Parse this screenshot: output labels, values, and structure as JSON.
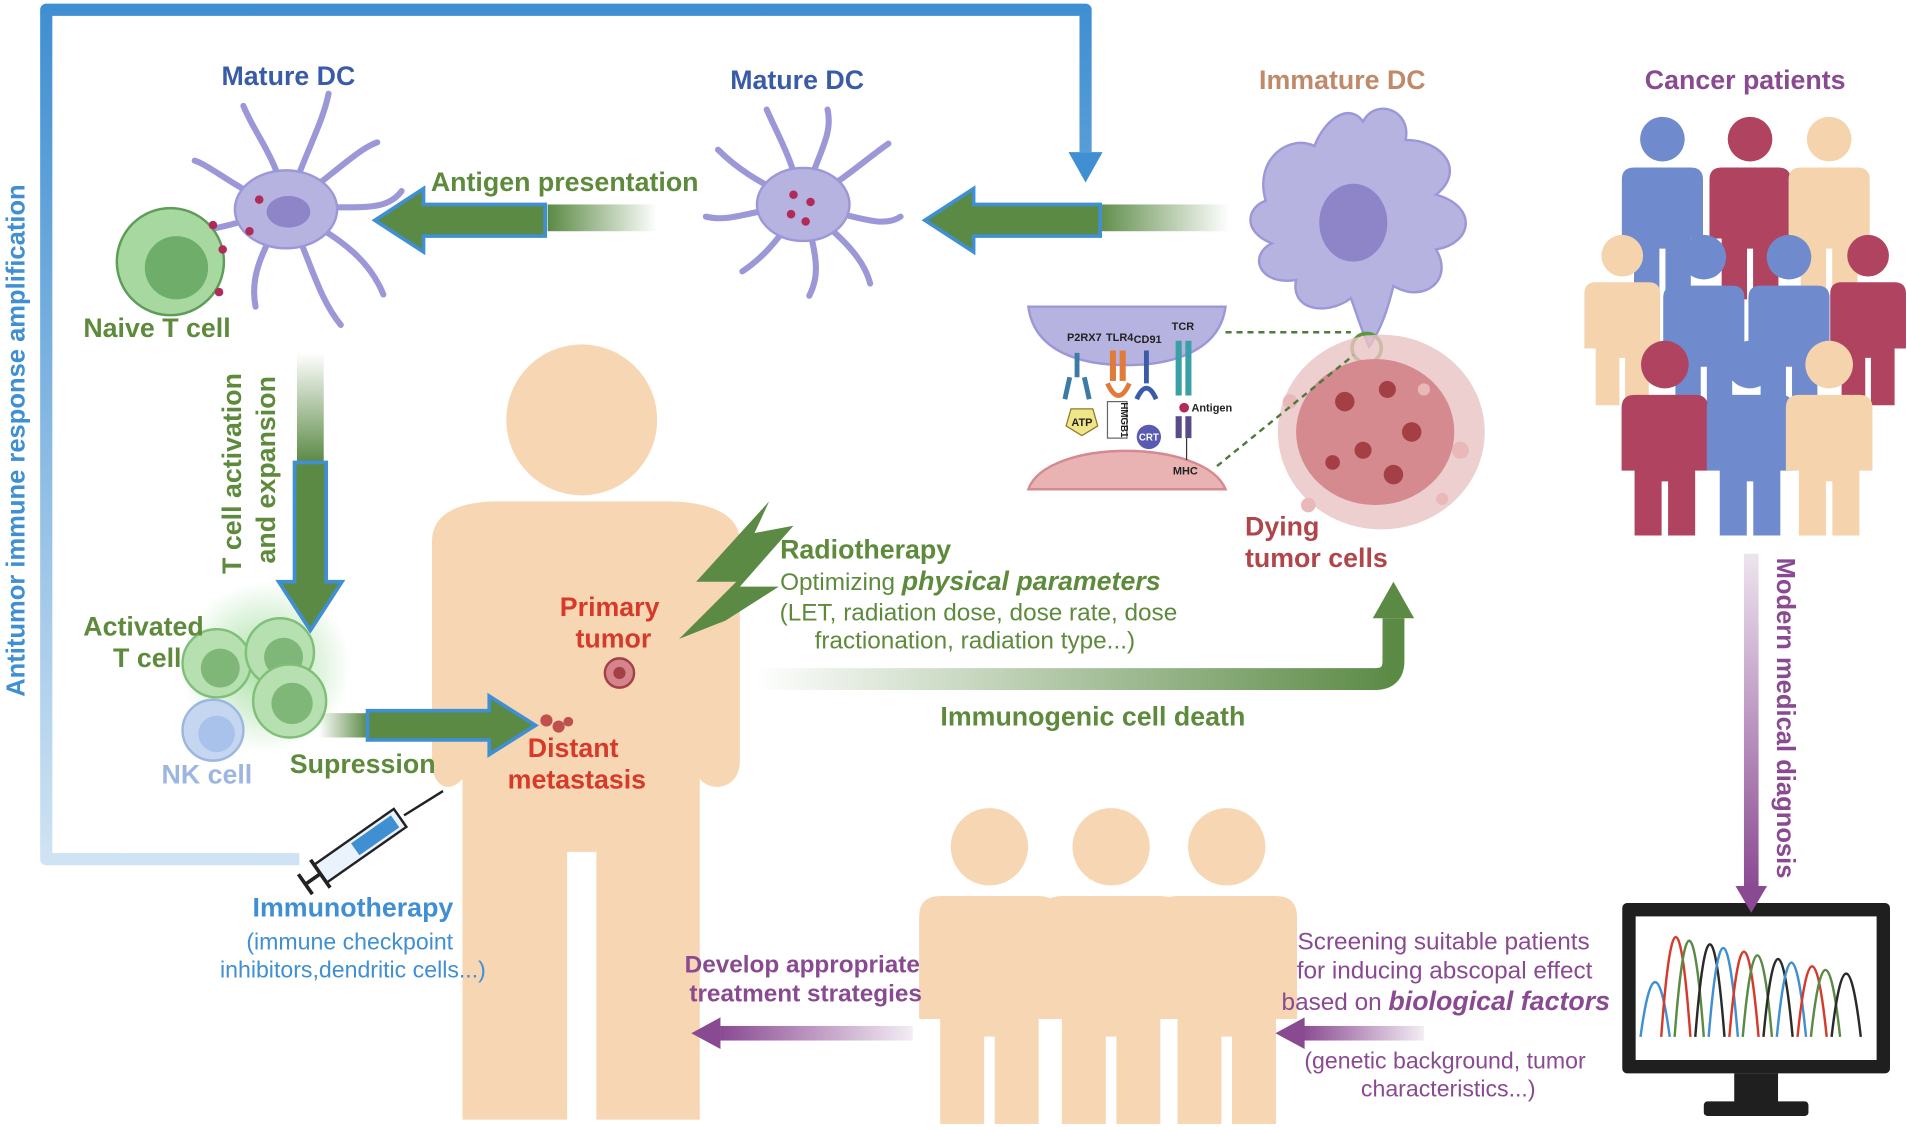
{
  "colors": {
    "blue": "#3f8fd2",
    "navy": "#3a5ca8",
    "green": "#5b8a45",
    "green_text": "#5e8a3c",
    "red": "#d63a2a",
    "purple": "#8a4a92",
    "tan": "#c08a6a",
    "skin": "#f7d7b3",
    "dc": "#b7b3e0",
    "tumor": "#c9666a"
  },
  "labels": {
    "mature_dc_left": "Mature DC",
    "mature_dc_mid": "Mature DC",
    "immature_dc": "Immature DC",
    "cancer_patients": "Cancer patients",
    "antigen_presentation": "Antigen presentation",
    "naive_t_cell": "Naive T cell",
    "t_cell_activation_line1": "T cell activation",
    "t_cell_activation_line2": "and expansion",
    "antitumor_amplification": "Antitumor immune response amplification",
    "activated_t_cell_line1": "Activated",
    "activated_t_cell_line2": "T cell",
    "nk_cell": "NK cell",
    "supression": "Supression",
    "primary_tumor_line1": "Primary",
    "primary_tumor_line2": "tumor",
    "distant_metastasis_line1": "Distant",
    "distant_metastasis_line2": "metastasis",
    "radiotherapy": "Radiotherapy",
    "optimizing_prefix": "Optimizing ",
    "optimizing_emph": "physical parameters",
    "radio_params_line1": "(LET, radiation dose, dose rate, dose",
    "radio_params_line2": "fractionation, radiation type...)",
    "immunogenic_cell_death": "Immunogenic cell death",
    "dying_tumor_line1": "Dying",
    "dying_tumor_line2": "tumor cells",
    "modern_medical_diagnosis": "Modern medical diagnosis",
    "immunotherapy": "Immunotherapy",
    "immunotherapy_detail_line1": "(immune checkpoint",
    "immunotherapy_detail_line2": "inhibitors,dendritic cells...)",
    "develop_line1": "Develop appropriate",
    "develop_line2": "treatment strategies",
    "screening_line1": "Screening suitable patients",
    "screening_line2": "for inducing abscopal effect",
    "screening_line3_prefix": "based on ",
    "screening_line3_emph": "biological factors",
    "genetic_line1": "(genetic background, tumor",
    "genetic_line2": "characteristics...)"
  },
  "receptors": {
    "p2rx7": "P2RX7",
    "tlr4": "TLR4",
    "cd91": "CD91",
    "tcr": "TCR",
    "atp": "ATP",
    "hmgb1": "HMGB1",
    "crt": "CRT",
    "antigen": "Antigen",
    "mhc": "MHC"
  }
}
